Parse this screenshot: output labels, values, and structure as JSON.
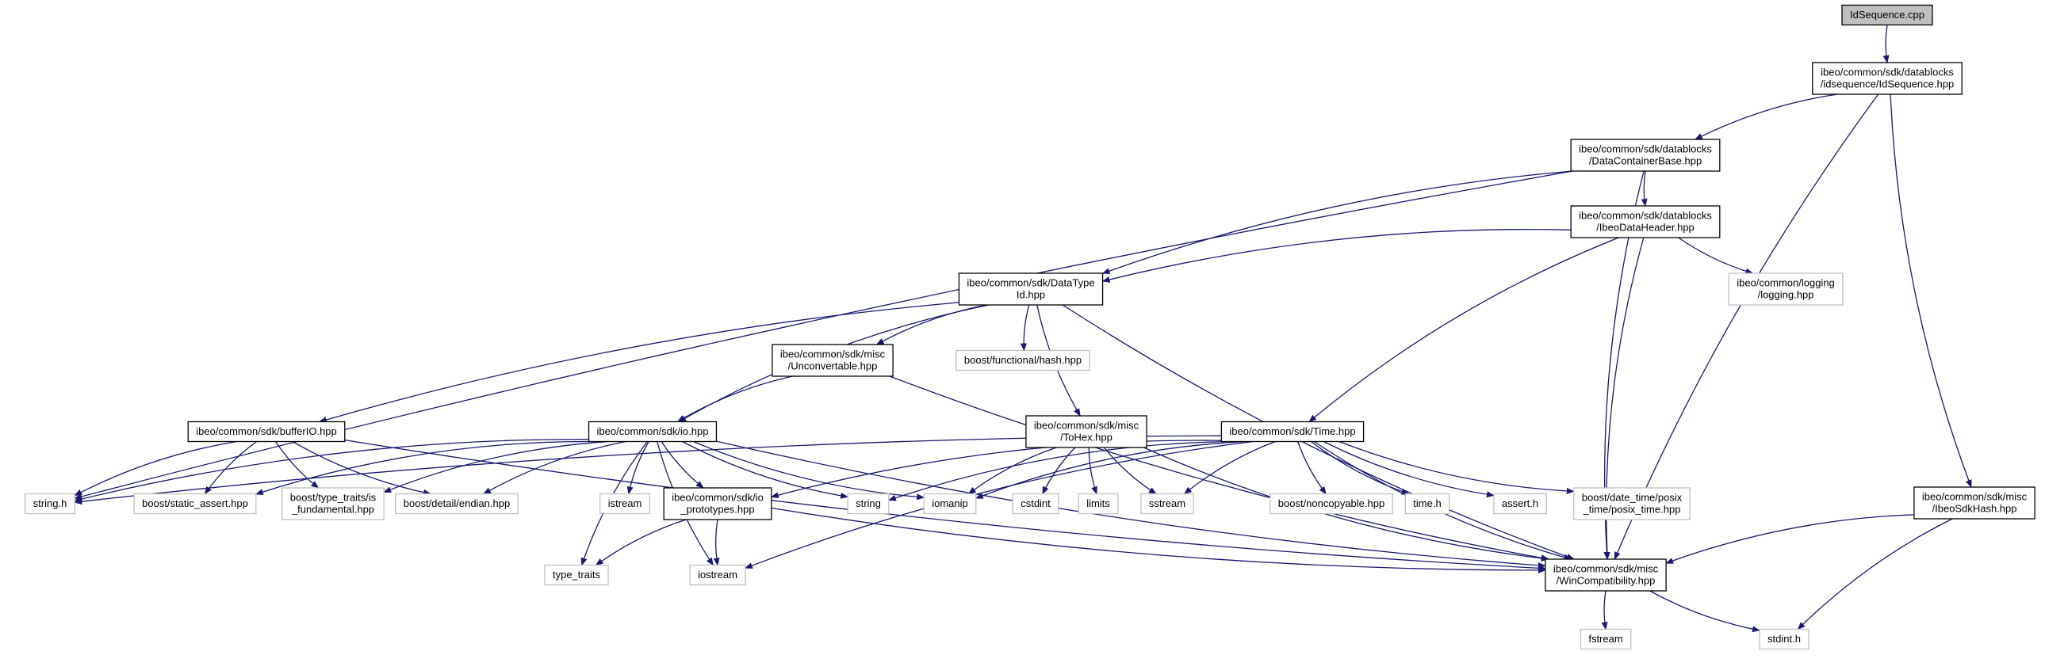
{
  "diagram": {
    "colors": {
      "edge": "#191970",
      "documented_border": "#000000",
      "documented_fill": "#ffffff",
      "external_border": "#bfbfbf",
      "external_fill": "#ffffff",
      "root_fill": "#bfbfbf",
      "text": "#000000"
    },
    "nodes": [
      {
        "id": "root",
        "lines": [
          "IdSequence.cpp"
        ],
        "kind": "root"
      },
      {
        "id": "idseq",
        "lines": [
          "ibeo/common/sdk/datablocks",
          "/idsequence/IdSequence.hpp"
        ],
        "kind": "documented"
      },
      {
        "id": "dcb",
        "lines": [
          "ibeo/common/sdk/datablocks",
          "/DataContainerBase.hpp"
        ],
        "kind": "documented"
      },
      {
        "id": "idh",
        "lines": [
          "ibeo/common/sdk/datablocks",
          "/IbeoDataHeader.hpp"
        ],
        "kind": "documented"
      },
      {
        "id": "logging",
        "lines": [
          "ibeo/common/logging",
          "/logging.hpp"
        ],
        "kind": "external"
      },
      {
        "id": "dti",
        "lines": [
          "ibeo/common/sdk/DataType",
          "Id.hpp"
        ],
        "kind": "documented"
      },
      {
        "id": "bfh",
        "lines": [
          "boost/functional/hash.hpp"
        ],
        "kind": "external"
      },
      {
        "id": "unconv",
        "lines": [
          "ibeo/common/sdk/misc",
          "/Unconvertable.hpp"
        ],
        "kind": "documented"
      },
      {
        "id": "bufio",
        "lines": [
          "ibeo/common/sdk/bufferIO.hpp"
        ],
        "kind": "documented"
      },
      {
        "id": "io",
        "lines": [
          "ibeo/common/sdk/io.hpp"
        ],
        "kind": "documented"
      },
      {
        "id": "tohex",
        "lines": [
          "ibeo/common/sdk/misc",
          "/ToHex.hpp"
        ],
        "kind": "documented"
      },
      {
        "id": "time",
        "lines": [
          "ibeo/common/sdk/Time.hpp"
        ],
        "kind": "documented"
      },
      {
        "id": "hashhpp",
        "lines": [
          "ibeo/common/sdk/misc",
          "/IbeoSdkHash.hpp"
        ],
        "kind": "documented"
      },
      {
        "id": "stringh",
        "lines": [
          "string.h"
        ],
        "kind": "external"
      },
      {
        "id": "sassert",
        "lines": [
          "boost/static_assert.hpp"
        ],
        "kind": "external"
      },
      {
        "id": "isfund",
        "lines": [
          "boost/type_traits/is",
          "_fundamental.hpp"
        ],
        "kind": "external"
      },
      {
        "id": "endian",
        "lines": [
          "boost/detail/endian.hpp"
        ],
        "kind": "external"
      },
      {
        "id": "istream",
        "lines": [
          "istream"
        ],
        "kind": "external"
      },
      {
        "id": "ioproto",
        "lines": [
          "ibeo/common/sdk/io",
          "_prototypes.hpp"
        ],
        "kind": "documented"
      },
      {
        "id": "string",
        "lines": [
          "string"
        ],
        "kind": "external"
      },
      {
        "id": "iomanip",
        "lines": [
          "iomanip"
        ],
        "kind": "external"
      },
      {
        "id": "cstdint",
        "lines": [
          "cstdint"
        ],
        "kind": "external"
      },
      {
        "id": "limits",
        "lines": [
          "limits"
        ],
        "kind": "external"
      },
      {
        "id": "sstream",
        "lines": [
          "sstream"
        ],
        "kind": "external"
      },
      {
        "id": "noncopy",
        "lines": [
          "boost/noncopyable.hpp"
        ],
        "kind": "external"
      },
      {
        "id": "timeh",
        "lines": [
          "time.h"
        ],
        "kind": "external"
      },
      {
        "id": "asserth",
        "lines": [
          "assert.h"
        ],
        "kind": "external"
      },
      {
        "id": "posix",
        "lines": [
          "boost/date_time/posix",
          "_time/posix_time.hpp"
        ],
        "kind": "external"
      },
      {
        "id": "typetraits",
        "lines": [
          "type_traits"
        ],
        "kind": "external"
      },
      {
        "id": "iostream",
        "lines": [
          "iostream"
        ],
        "kind": "external"
      },
      {
        "id": "wincompat",
        "lines": [
          "ibeo/common/sdk/misc",
          "/WinCompatibility.hpp"
        ],
        "kind": "documented"
      },
      {
        "id": "fstream",
        "lines": [
          "fstream"
        ],
        "kind": "external"
      },
      {
        "id": "stdinth",
        "lines": [
          "stdint.h"
        ],
        "kind": "external"
      }
    ],
    "edges": [
      [
        "root",
        "idseq"
      ],
      [
        "idseq",
        "dcb"
      ],
      [
        "idseq",
        "wincompat"
      ],
      [
        "idseq",
        "hashhpp"
      ],
      [
        "dcb",
        "stringh"
      ],
      [
        "dcb",
        "dti"
      ],
      [
        "dcb",
        "idh"
      ],
      [
        "dcb",
        "wincompat"
      ],
      [
        "idh",
        "dti"
      ],
      [
        "idh",
        "logging"
      ],
      [
        "idh",
        "time"
      ],
      [
        "idh",
        "wincompat"
      ],
      [
        "dti",
        "bufio"
      ],
      [
        "dti",
        "io"
      ],
      [
        "dti",
        "unconv"
      ],
      [
        "dti",
        "bfh"
      ],
      [
        "dti",
        "tohex"
      ],
      [
        "dti",
        "wincompat"
      ],
      [
        "unconv",
        "io"
      ],
      [
        "unconv",
        "wincompat"
      ],
      [
        "bufio",
        "stringh"
      ],
      [
        "bufio",
        "sassert"
      ],
      [
        "bufio",
        "isfund"
      ],
      [
        "bufio",
        "endian"
      ],
      [
        "bufio",
        "wincompat"
      ],
      [
        "io",
        "stringh"
      ],
      [
        "io",
        "sassert"
      ],
      [
        "io",
        "isfund"
      ],
      [
        "io",
        "endian"
      ],
      [
        "io",
        "typetraits"
      ],
      [
        "io",
        "iostream"
      ],
      [
        "io",
        "istream"
      ],
      [
        "io",
        "ioproto"
      ],
      [
        "io",
        "string"
      ],
      [
        "io",
        "iomanip"
      ],
      [
        "io",
        "wincompat"
      ],
      [
        "tohex",
        "iomanip"
      ],
      [
        "tohex",
        "cstdint"
      ],
      [
        "tohex",
        "limits"
      ],
      [
        "tohex",
        "sstream"
      ],
      [
        "tohex",
        "wincompat"
      ],
      [
        "time",
        "stringh"
      ],
      [
        "time",
        "ioproto"
      ],
      [
        "time",
        "string"
      ],
      [
        "time",
        "iomanip"
      ],
      [
        "time",
        "sstream"
      ],
      [
        "time",
        "noncopy"
      ],
      [
        "time",
        "timeh"
      ],
      [
        "time",
        "asserth"
      ],
      [
        "time",
        "posix"
      ],
      [
        "time",
        "iostream"
      ],
      [
        "time",
        "wincompat"
      ],
      [
        "ioproto",
        "typetraits"
      ],
      [
        "ioproto",
        "iostream"
      ],
      [
        "ioproto",
        "wincompat"
      ],
      [
        "hashhpp",
        "wincompat"
      ],
      [
        "hashhpp",
        "stdinth"
      ],
      [
        "wincompat",
        "fstream"
      ],
      [
        "wincompat",
        "stdinth"
      ]
    ]
  }
}
